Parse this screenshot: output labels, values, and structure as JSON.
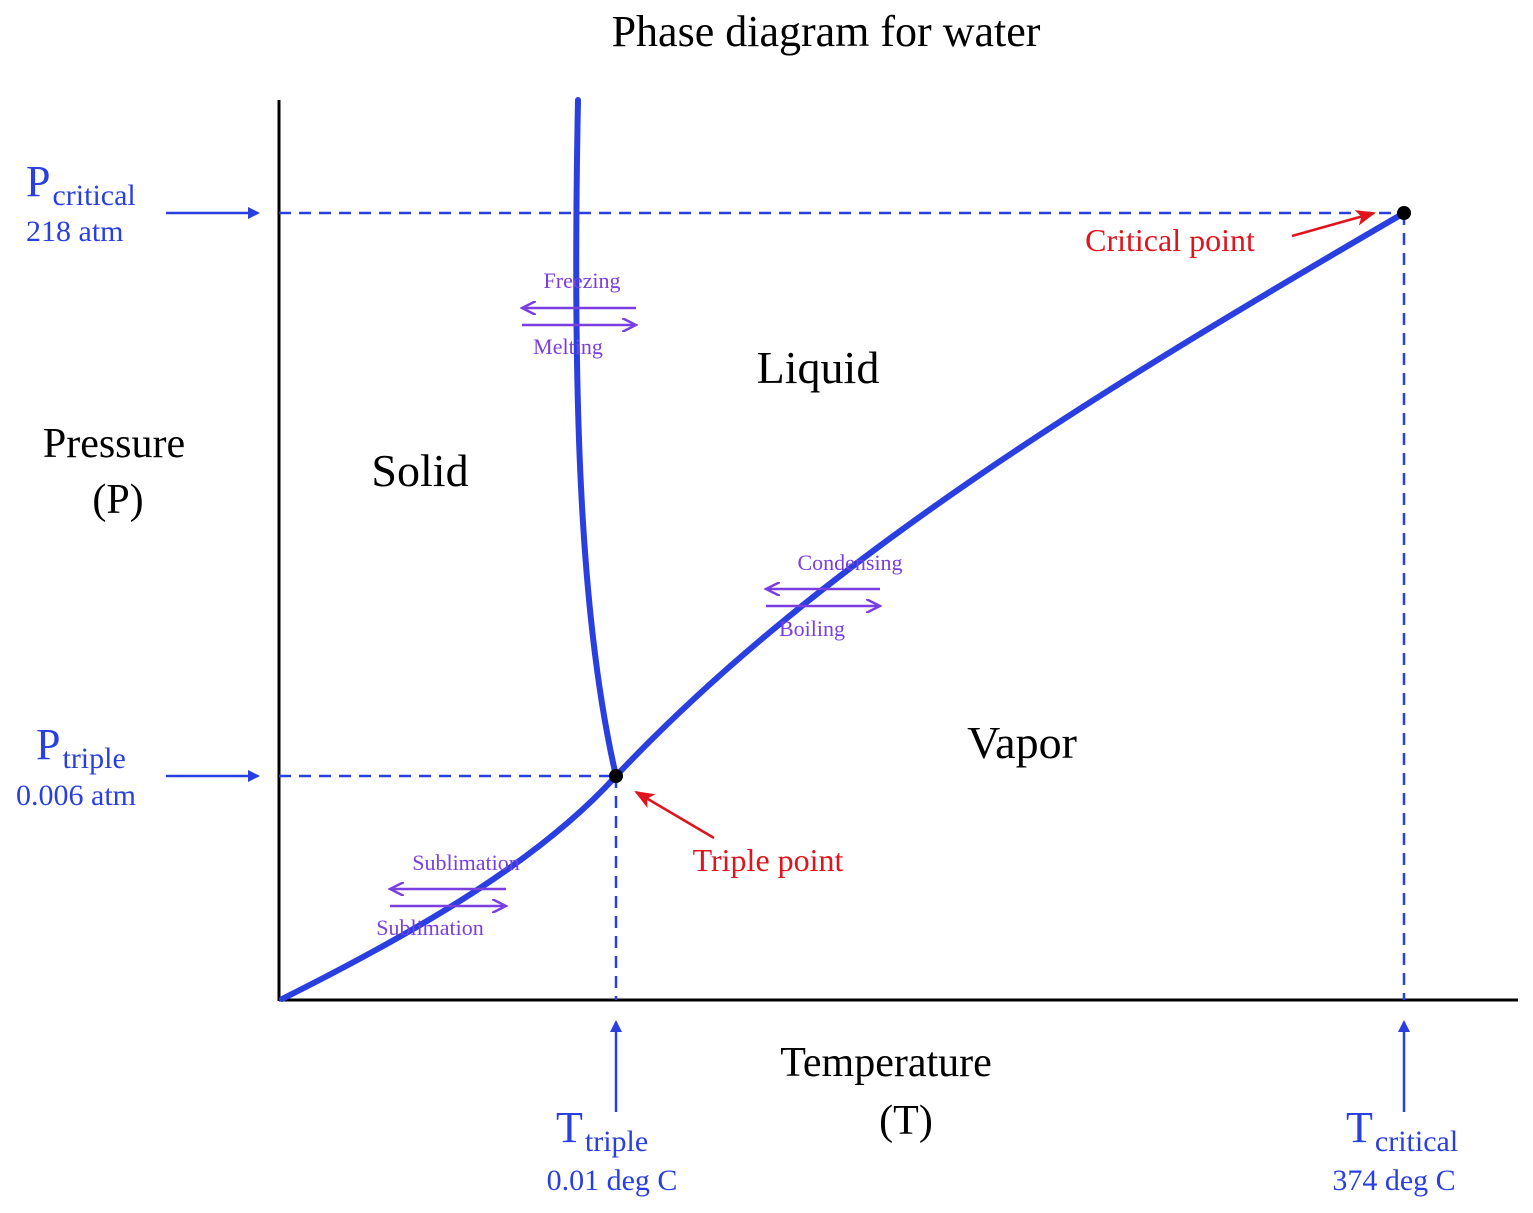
{
  "title": "Phase diagram for water",
  "axes": {
    "y_label_line1": "Pressure",
    "y_label_line2": "(P)",
    "x_label_line1": "Temperature",
    "x_label_line2": "(T)"
  },
  "regions": {
    "solid": "Solid",
    "liquid": "Liquid",
    "vapor": "Vapor"
  },
  "references": {
    "p_critical": {
      "symbol": "P",
      "subscript": "critical",
      "value": "218 atm"
    },
    "p_triple": {
      "symbol": "P",
      "subscript": "triple",
      "value": "0.006 atm"
    },
    "t_triple": {
      "symbol": "T",
      "subscript": "triple",
      "value": "0.01 deg C"
    },
    "t_critical": {
      "symbol": "T",
      "subscript": "critical",
      "value": "374 deg C"
    }
  },
  "points": {
    "triple": "Triple point",
    "critical": "Critical point"
  },
  "transitions": {
    "freezing": "Freezing",
    "melting": "Melting",
    "condensing": "Condensing",
    "boiling": "Boiling",
    "sublimation_top": "Sublimation",
    "sublimation_bottom": "Sublimation"
  },
  "colors": {
    "curve": "#2a3fe0",
    "reference": "#2a3fe0",
    "point_label": "#e0141c",
    "transition": "#7a3fe0",
    "axis": "#000000"
  }
}
